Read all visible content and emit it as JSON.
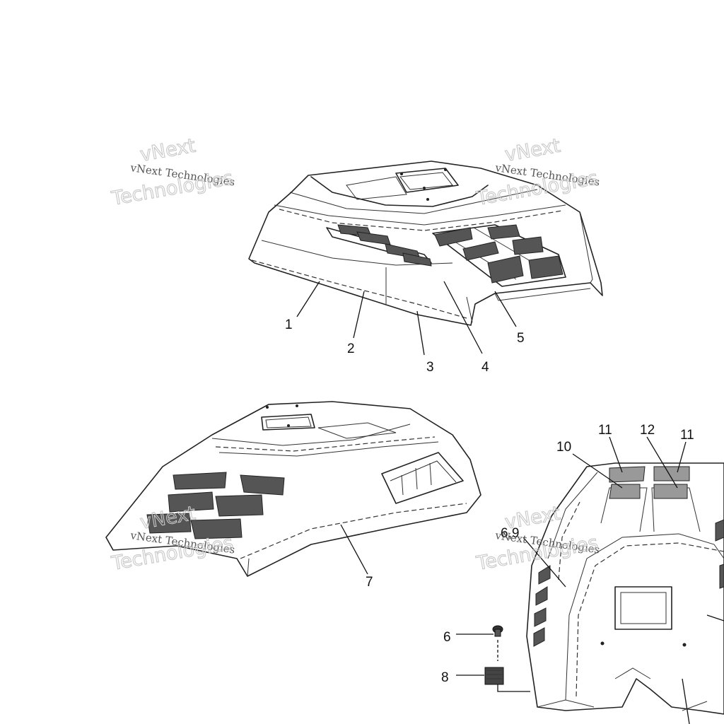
{
  "watermark": {
    "line1": "vNext Technologies",
    "line2": "vNext",
    "line3": "Technologies"
  },
  "callouts": {
    "c1": "1",
    "c2": "2",
    "c3": "3",
    "c4": "4",
    "c5": "5",
    "c6": "6",
    "c7": "7",
    "c8": "8",
    "c9": "6,9",
    "c10": "10",
    "c11a": "11",
    "c11b": "11",
    "c12": "12"
  }
}
